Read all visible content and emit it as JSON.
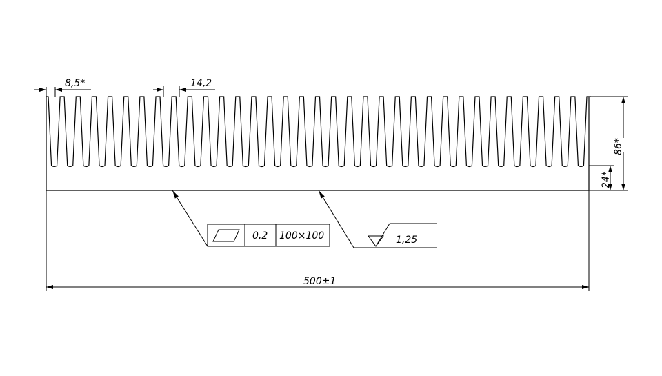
{
  "dimensions": {
    "fin_width": "8,5*",
    "fin_pitch": "14,2",
    "height": "86*",
    "base_thickness": "24*",
    "length": "500±1"
  },
  "flatness_tolerance": {
    "symbol": "flatness-icon",
    "value": "0,2",
    "area": "100×100"
  },
  "surface_roughness": {
    "symbol": "roughness-triangle-icon",
    "value": "1,25"
  },
  "heatsink": {
    "fin_count": 35
  }
}
